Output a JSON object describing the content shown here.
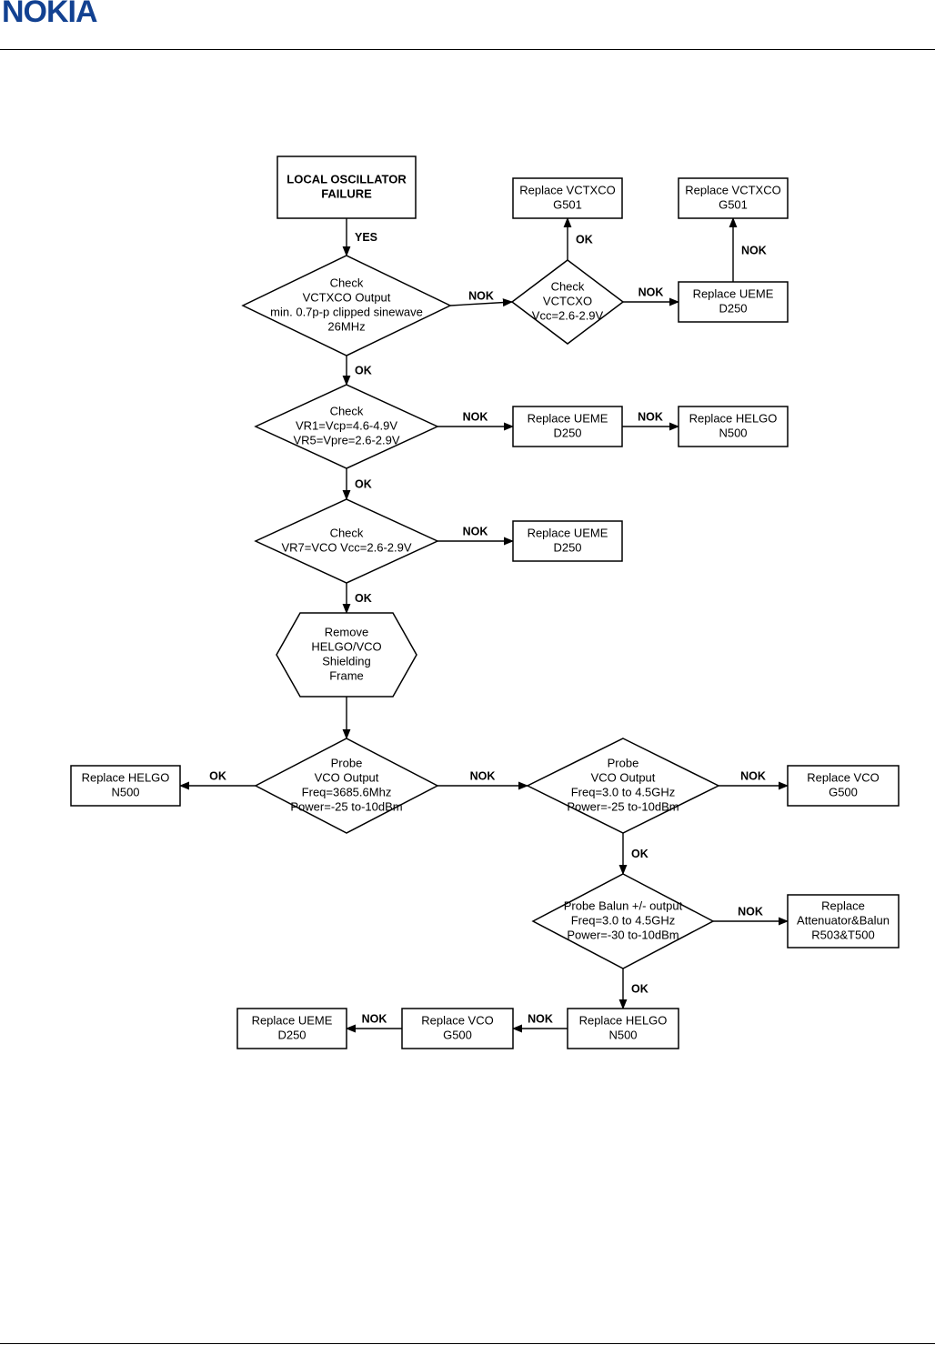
{
  "header": {
    "logo": "NOKIA"
  },
  "nodes": {
    "start": [
      "LOCAL OSCILLATOR",
      "FAILURE"
    ],
    "check_vctxco_output": [
      "Check",
      "VCTXCO Output",
      "min. 0.7p-p clipped sinewave",
      "26MHz"
    ],
    "check_vctcxo_vcc": [
      "Check",
      "VCTCXO",
      "Vcc=2.6-2.9V"
    ],
    "replace_vctxco_1": [
      "Replace VCTXCO",
      "G501"
    ],
    "replace_vctxco_2": [
      "Replace VCTXCO",
      "G501"
    ],
    "replace_ueme_1": [
      "Replace UEME",
      "D250"
    ],
    "check_vr1_vr5": [
      "Check",
      "VR1=Vcp=4.6-4.9V",
      "VR5=Vpre=2.6-2.9V"
    ],
    "replace_ueme_2": [
      "Replace UEME",
      "D250"
    ],
    "replace_helgo_1": [
      "Replace HELGO",
      "N500"
    ],
    "check_vr7": [
      "Check",
      "VR7=VCO Vcc=2.6-2.9V"
    ],
    "replace_ueme_3": [
      "Replace UEME",
      "D250"
    ],
    "remove_frame": [
      "Remove",
      "HELGO/VCO",
      "Shielding",
      "Frame"
    ],
    "probe_vco_1": [
      "Probe",
      "VCO Output",
      "Freq=3685.6Mhz",
      "Power=-25 to-10dBm"
    ],
    "replace_helgo_2": [
      "Replace HELGO",
      "N500"
    ],
    "probe_vco_2": [
      "Probe",
      "VCO Output",
      "Freq=3.0 to 4.5GHz",
      "Power=-25 to-10dBm"
    ],
    "replace_vco_1": [
      "Replace VCO",
      "G500"
    ],
    "probe_balun": [
      "Probe Balun +/- output",
      "Freq=3.0 to 4.5GHz",
      "Power=-30 to-10dBm"
    ],
    "replace_attenuator": [
      "Replace",
      "Attenuator&Balun",
      "R503&T500"
    ],
    "replace_helgo_3": [
      "Replace HELGO",
      "N500"
    ],
    "replace_vco_2": [
      "Replace VCO",
      "G500"
    ],
    "replace_ueme_4": [
      "Replace UEME",
      "D250"
    ]
  },
  "edges": [
    {
      "from": "start",
      "to": "check_vctxco_output",
      "label": "YES"
    },
    {
      "from": "check_vctxco_output",
      "to": "check_vctcxo_vcc",
      "label": "NOK"
    },
    {
      "from": "check_vctcxo_vcc",
      "to": "replace_vctxco_1",
      "label": "OK"
    },
    {
      "from": "check_vctcxo_vcc",
      "to": "replace_ueme_1",
      "label": "NOK"
    },
    {
      "from": "replace_ueme_1",
      "to": "replace_vctxco_2",
      "label": "NOK"
    },
    {
      "from": "check_vctxco_output",
      "to": "check_vr1_vr5",
      "label": "OK"
    },
    {
      "from": "check_vr1_vr5",
      "to": "replace_ueme_2",
      "label": "NOK"
    },
    {
      "from": "replace_ueme_2",
      "to": "replace_helgo_1",
      "label": "NOK"
    },
    {
      "from": "check_vr1_vr5",
      "to": "check_vr7",
      "label": "OK"
    },
    {
      "from": "check_vr7",
      "to": "replace_ueme_3",
      "label": "NOK"
    },
    {
      "from": "check_vr7",
      "to": "remove_frame",
      "label": "OK"
    },
    {
      "from": "remove_frame",
      "to": "probe_vco_1",
      "label": ""
    },
    {
      "from": "probe_vco_1",
      "to": "replace_helgo_2",
      "label": "OK"
    },
    {
      "from": "probe_vco_1",
      "to": "probe_vco_2",
      "label": "NOK"
    },
    {
      "from": "probe_vco_2",
      "to": "replace_vco_1",
      "label": "NOK"
    },
    {
      "from": "probe_vco_2",
      "to": "probe_balun",
      "label": "OK"
    },
    {
      "from": "probe_balun",
      "to": "replace_attenuator",
      "label": "NOK"
    },
    {
      "from": "probe_balun",
      "to": "replace_helgo_3",
      "label": "OK"
    },
    {
      "from": "replace_helgo_3",
      "to": "replace_vco_2",
      "label": "NOK"
    },
    {
      "from": "replace_vco_2",
      "to": "replace_ueme_4",
      "label": "NOK"
    }
  ]
}
